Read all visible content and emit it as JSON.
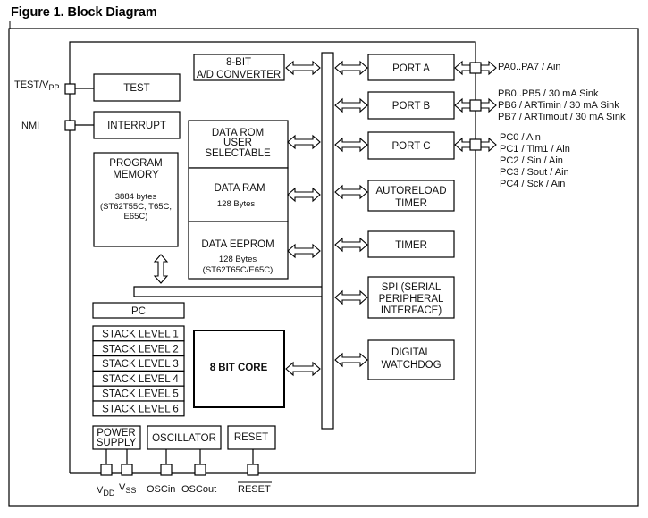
{
  "title": "Figure 1. Block Diagram",
  "left_pins": {
    "test_vpp": {
      "main": "TEST/V",
      "sub": "PP"
    },
    "nmi": "NMI"
  },
  "blocks": {
    "test": "TEST",
    "interrupt": "INTERRUPT",
    "program_memory": {
      "lines": [
        "PROGRAM",
        "MEMORY"
      ],
      "size": "3884 bytes",
      "variants": [
        "(ST62T55C, T65C,",
        "E65C)"
      ]
    },
    "ad_converter": [
      "8-BIT",
      "A/D CONVERTER"
    ],
    "data_rom": [
      "DATA ROM",
      "USER",
      "SELECTABLE"
    ],
    "data_ram": {
      "label": "DATA RAM",
      "size": "128 Bytes"
    },
    "data_eeprom": {
      "label": "DATA EEPROM",
      "size": "128 Bytes",
      "variants": "(ST62T65C/E65C)"
    },
    "pc": "PC",
    "stack_levels": [
      "STACK LEVEL 1",
      "STACK LEVEL 2",
      "STACK LEVEL 3",
      "STACK LEVEL 4",
      "STACK LEVEL 5",
      "STACK LEVEL 6"
    ],
    "core": "8 BIT CORE",
    "port_a": "PORT A",
    "port_b": "PORT B",
    "port_c": "PORT C",
    "autoreload_timer": [
      "AUTORELOAD",
      "TIMER"
    ],
    "timer": "TIMER",
    "spi": [
      "SPI (SERIAL",
      "PERIPHERAL",
      "INTERFACE)"
    ],
    "watchdog": [
      "DIGITAL",
      "WATCHDOG"
    ],
    "power_supply": [
      "POWER",
      "SUPPLY"
    ],
    "oscillator": "OSCILLATOR",
    "reset": "RESET"
  },
  "right_pins": {
    "port_a": [
      "PA0..PA7 / Ain"
    ],
    "port_b": [
      "PB0..PB5 / 30 mA Sink",
      "PB6 / ARTimin / 30 mA Sink",
      "PB7 / ARTimout / 30 mA Sink"
    ],
    "port_c": [
      "PC0 / Ain",
      "PC1 / Tim1 / Ain",
      "PC2 / Sin / Ain",
      "PC3 / Sout / Ain",
      "PC4 / Sck / Ain"
    ]
  },
  "bottom_pins": {
    "vdd": {
      "main": "V",
      "sub": "DD"
    },
    "vss": {
      "main": "V",
      "sub": "SS"
    },
    "oscin": "OSCin",
    "oscout": "OSCout",
    "reset": "RESET"
  }
}
